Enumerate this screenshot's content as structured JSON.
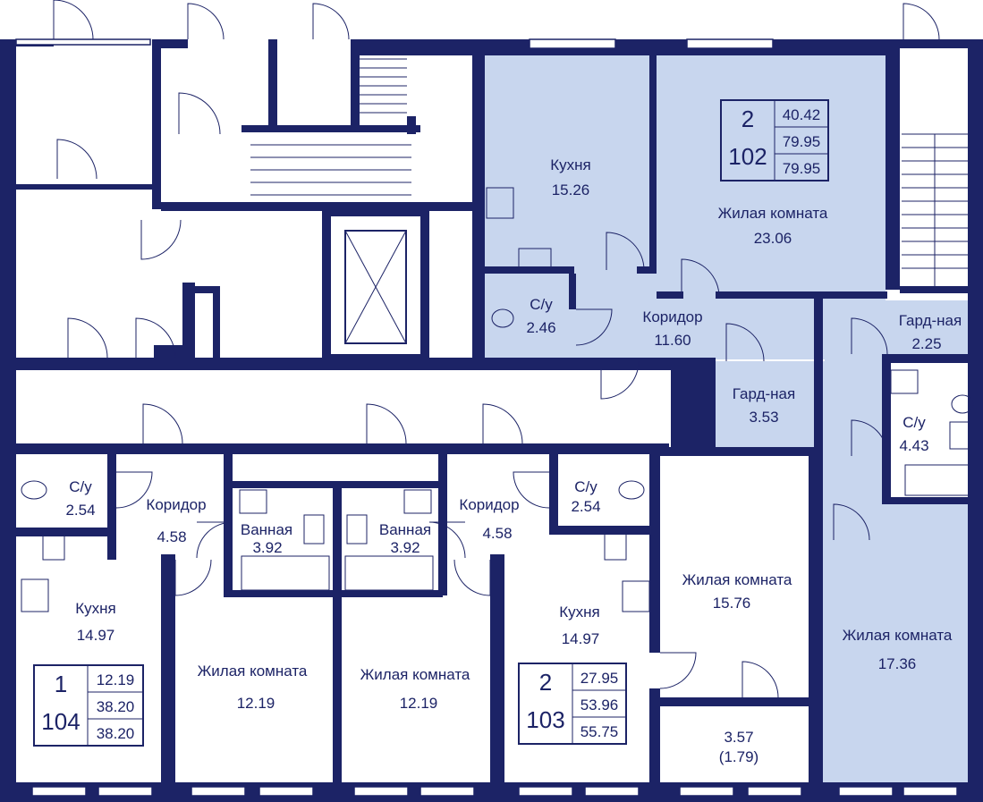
{
  "rooms": {
    "kitchen_102": {
      "name": "Кухня",
      "area": "15.26"
    },
    "living_102": {
      "name": "Жилая комната",
      "area": "23.06"
    },
    "bath_102": {
      "name": "С/у",
      "area": "2.46"
    },
    "corridor_102": {
      "name": "Коридор",
      "area": "11.60"
    },
    "wardrobe_a": {
      "name": "Гард-ная",
      "area": "2.25"
    },
    "wardrobe_b": {
      "name": "Гард-ная",
      "area": "3.53"
    },
    "bath_c": {
      "name": "С/у",
      "area": "4.43"
    },
    "living_east": {
      "name": "Жилая комната",
      "area": "17.36"
    },
    "living_103": {
      "name": "Жилая комната",
      "area": "15.76"
    },
    "balcony": {
      "area": "3.57",
      "sub": "(1.79)"
    },
    "bath_104": {
      "name": "С/у",
      "area": "2.54"
    },
    "corridor_104": {
      "name": "Коридор",
      "area": "4.58"
    },
    "bathroom_104": {
      "name": "Ванная",
      "area": "3.92"
    },
    "bathroom_103": {
      "name": "Ванная",
      "area": "3.92"
    },
    "corridor_103": {
      "name": "Коридор",
      "area": "4.58"
    },
    "bath_103": {
      "name": "С/у",
      "area": "2.54"
    },
    "kitchen_104": {
      "name": "Кухня",
      "area": "14.97"
    },
    "living_104": {
      "name": "Жилая комната",
      "area": "12.19"
    },
    "living_mid": {
      "name": "Жилая комната",
      "area": "12.19"
    },
    "kitchen_103": {
      "name": "Кухня",
      "area": "14.97"
    }
  },
  "apartments": {
    "apt_102": {
      "rooms": "2",
      "number": "102",
      "v1": "40.42",
      "v2": "79.95",
      "v3": "79.95"
    },
    "apt_104": {
      "rooms": "1",
      "number": "104",
      "v1": "12.19",
      "v2": "38.20",
      "v3": "38.20"
    },
    "apt_103": {
      "rooms": "2",
      "number": "103",
      "v1": "27.95",
      "v2": "53.96",
      "v3": "55.75"
    }
  },
  "colors": {
    "wall": "#1c2366",
    "highlight": "#c8d6ee"
  }
}
